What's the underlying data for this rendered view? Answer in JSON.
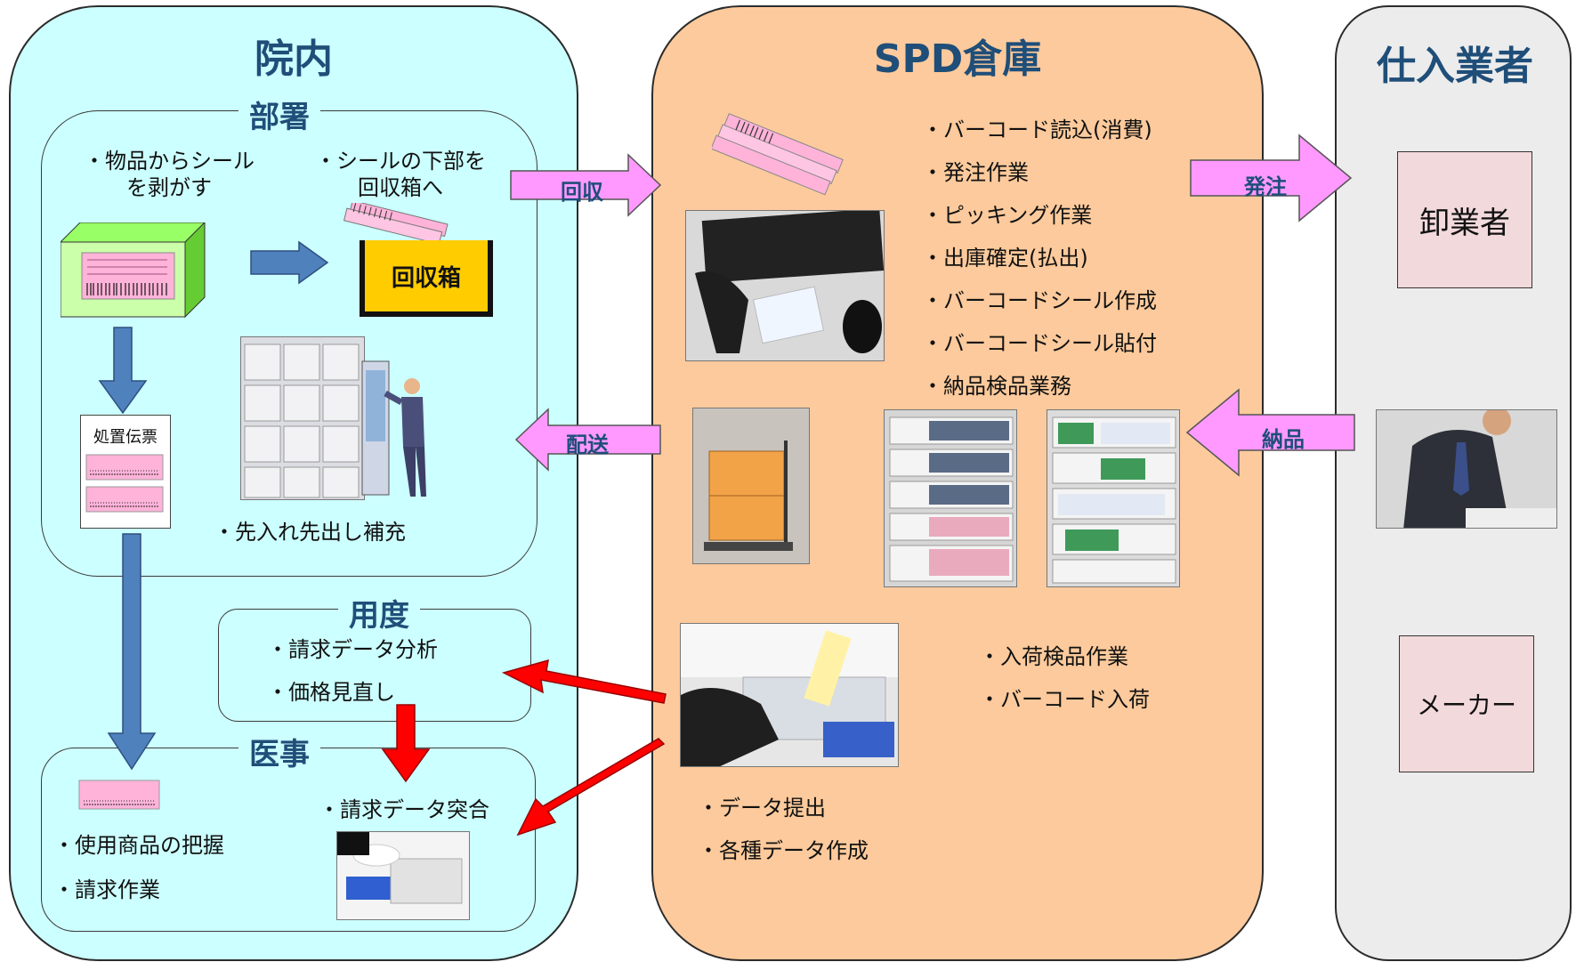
{
  "panels": {
    "innai": {
      "title": "院内"
    },
    "spd": {
      "title": "SPD倉庫"
    },
    "supplier": {
      "title": "仕入業者"
    }
  },
  "busho": {
    "title": "部署",
    "step1": "・物品からシール\nを剥がす",
    "step2": "・シールの下部を\n回収箱へ",
    "box_label": "回収箱",
    "slip_label": "処置伝票",
    "replenish": "・先入れ先出し補充"
  },
  "yodo": {
    "title": "用度",
    "items": [
      "・請求データ分析",
      "・価格見直し"
    ]
  },
  "iji": {
    "title": "医事",
    "items": [
      "・使用商品の把握",
      "・請求作業"
    ],
    "match": "・請求データ突合"
  },
  "spd": {
    "tasks": [
      "・バーコード読込(消費)",
      "・発注作業",
      "・ピッキング作業",
      "・出庫確定(払出)",
      "・バーコードシール作成",
      "・バーコードシール貼付",
      "・納品検品業務"
    ],
    "receiving": [
      "・入荷検品作業",
      "・バーコード入荷"
    ],
    "data": [
      "・データ提出",
      "・各種データ作成"
    ]
  },
  "supplier": {
    "wholesaler": "卸業者",
    "maker": "メーカー"
  },
  "arrows": {
    "collect": "回収",
    "deliver_to_dept": "配送",
    "order": "発注",
    "delivery": "納品"
  },
  "colors": {
    "innai_bg": "#ccffff",
    "spd_bg": "#fcca9c",
    "supplier_bg": "#ececec",
    "title_blue": "#1f4e79",
    "pink_arrow": "#ff99ff",
    "blue_arrow": "#4f81bd",
    "red_arrow": "#ff0000",
    "box_yellow": "#ffcc00"
  }
}
